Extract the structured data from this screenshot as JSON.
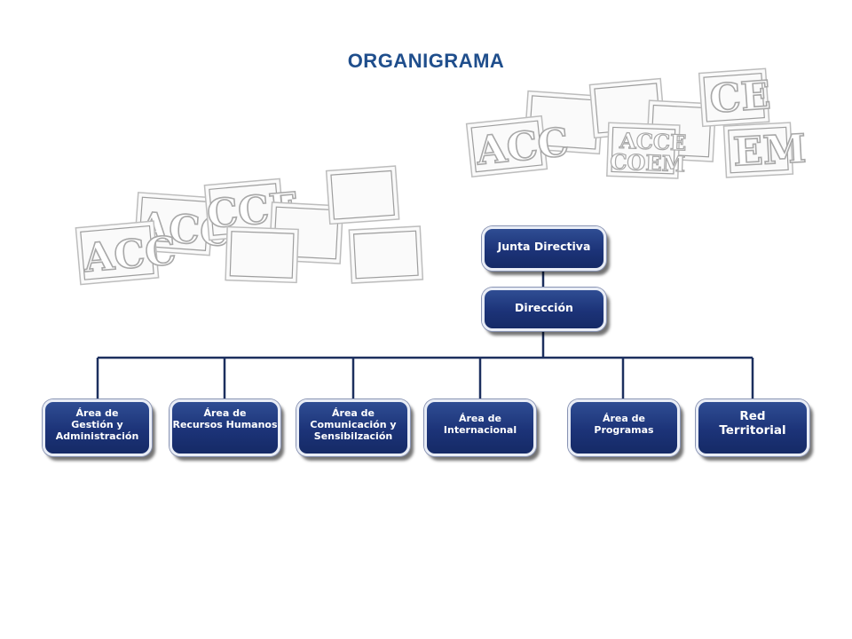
{
  "title": "ORGANIGRAMA",
  "logo_tile_texts": [
    "ACC",
    "ACC",
    "ACC",
    "ACCE",
    "COEM",
    "CCE",
    "CE",
    "EM"
  ],
  "org": {
    "root": "Junta Directiva",
    "second": "Dirección",
    "areas": [
      "Área de\nGestión y\nAdministración",
      "Área de\nRecursos Humanos",
      "Área de\nComunicación y\nSensibilzación",
      "Área de\nInternacional",
      "Área de\nProgramas",
      "Red\nTerritorial"
    ]
  },
  "colors": {
    "title": "#1f4e8c",
    "node_fill": "#1c3378",
    "node_border": "#e9edf6",
    "connector": "#1c2f5e",
    "logo_outline": "#a8a8a8"
  }
}
